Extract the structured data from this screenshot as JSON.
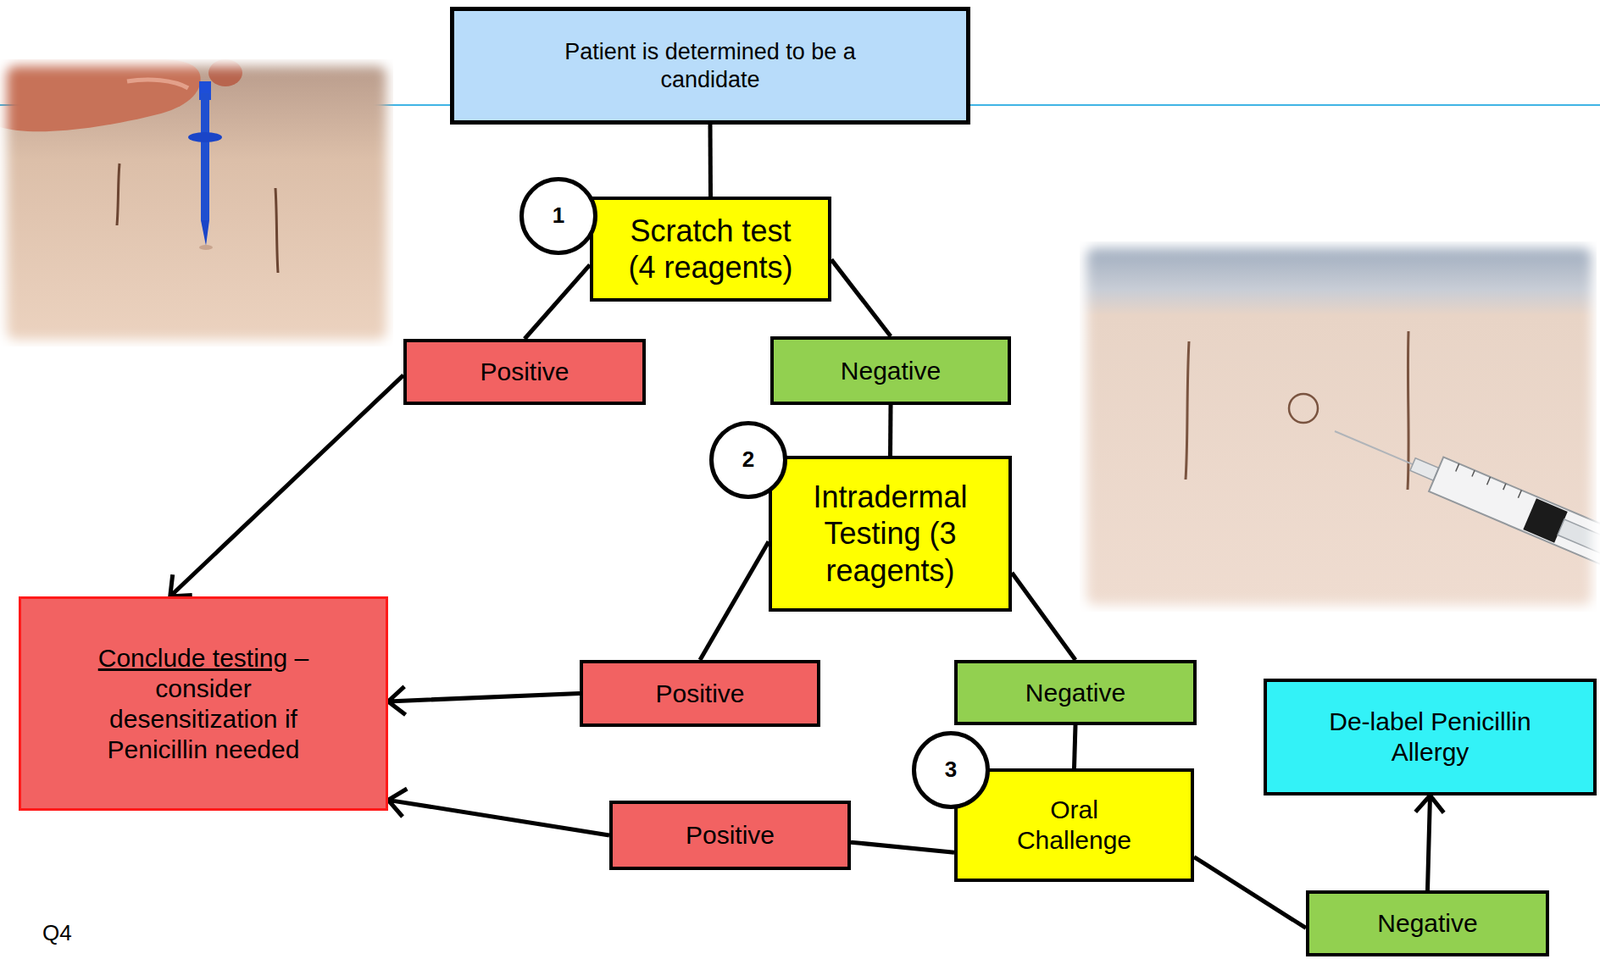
{
  "diagram": {
    "nodes": [
      {
        "text": [
          "Patient is determined to be a candidate"
        ]
      },
      {
        "text": [
          "1"
        ]
      },
      {
        "text": [
          "Scratch test (4 reagents)"
        ]
      },
      {
        "text": [
          "Positive"
        ]
      },
      {
        "text": [
          "Negative"
        ]
      },
      {
        "text": [
          "2"
        ]
      },
      {
        "text": [
          "Intradermal Testing (3 reagents)"
        ]
      },
      {
        "text": [
          "Conclude testing",
          "– consider desensitization if Penicillin needed"
        ]
      },
      {
        "text": [
          "Positive"
        ]
      },
      {
        "text": [
          "Negative"
        ]
      },
      {
        "text": [
          "De-label Penicillin Allergy"
        ]
      },
      {
        "text": [
          "3"
        ]
      },
      {
        "text": [
          "Oral Challenge"
        ]
      },
      {
        "text": [
          "Positive"
        ]
      },
      {
        "text": [
          "Negative"
        ]
      }
    ],
    "edges": [
      {
        "from": 0,
        "to": 2,
        "arrow": "none"
      },
      {
        "from": 2,
        "to": 3,
        "arrow": "none"
      },
      {
        "from": 2,
        "to": 4,
        "arrow": "none"
      },
      {
        "from": 3,
        "to": 7,
        "arrow": "to"
      },
      {
        "from": 4,
        "to": 6,
        "arrow": "none"
      },
      {
        "from": 6,
        "to": 8,
        "arrow": "none"
      },
      {
        "from": 6,
        "to": 9,
        "arrow": "none"
      },
      {
        "from": 8,
        "to": 7,
        "arrow": "to"
      },
      {
        "from": 9,
        "to": 12,
        "arrow": "none"
      },
      {
        "from": 12,
        "to": 13,
        "arrow": "none"
      },
      {
        "from": 13,
        "to": 7,
        "arrow": "to"
      },
      {
        "from": 12,
        "to": 14,
        "arrow": "none"
      },
      {
        "from": 14,
        "to": 10,
        "arrow": "to"
      }
    ],
    "labels": [
      "Q4"
    ]
  }
}
